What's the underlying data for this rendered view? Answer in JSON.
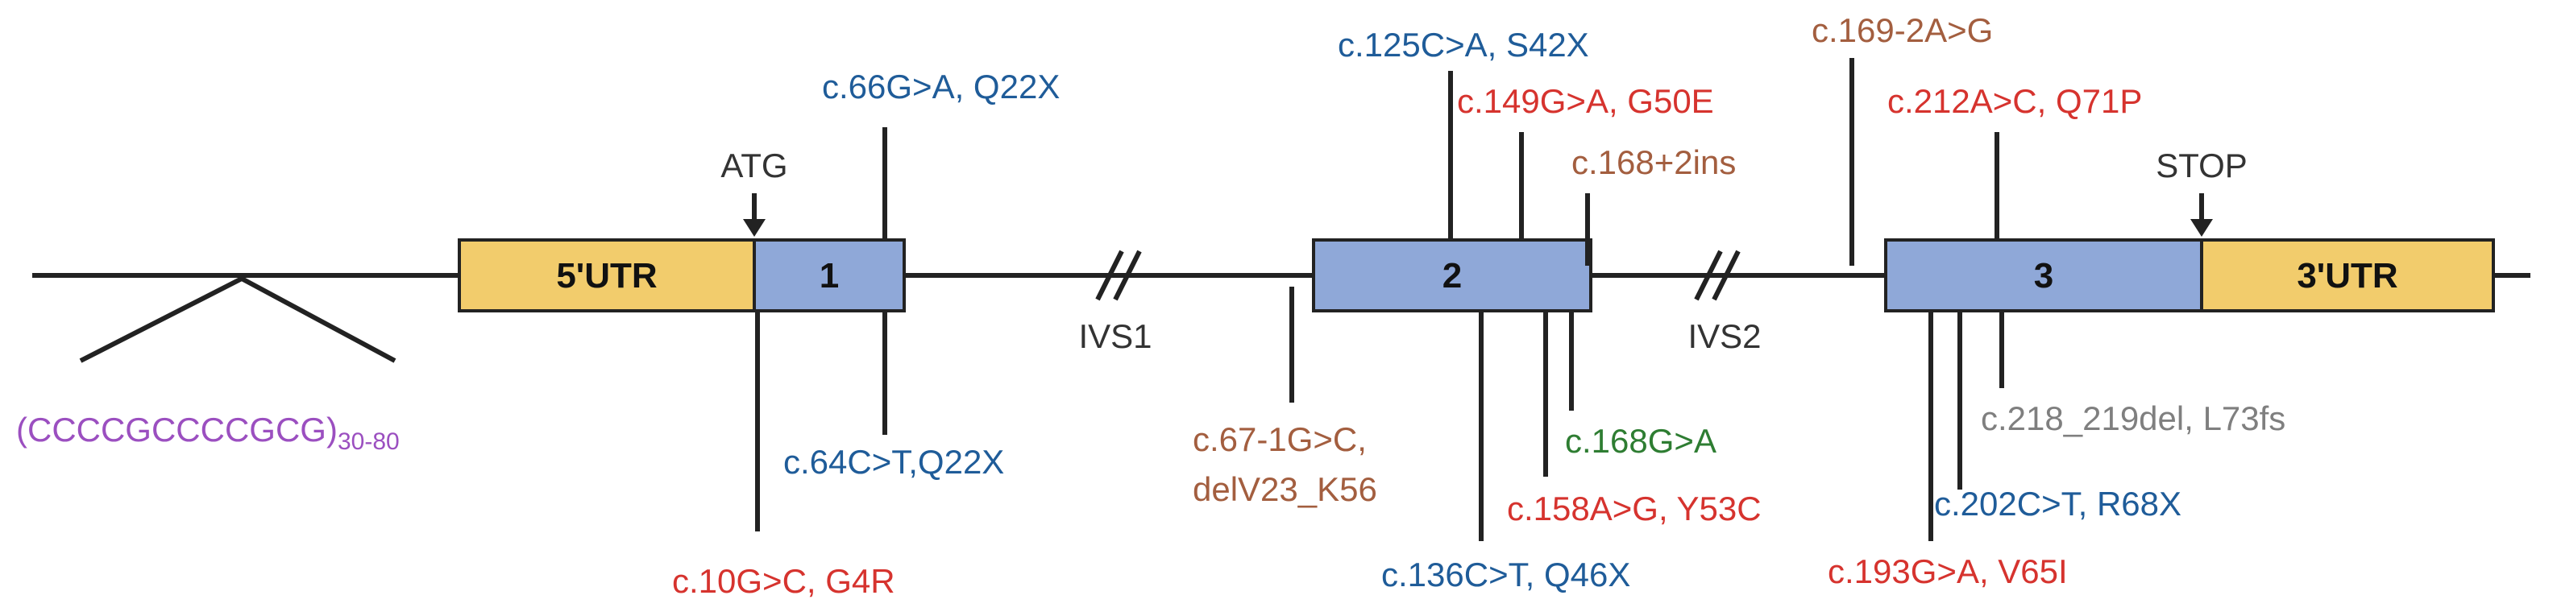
{
  "colors": {
    "utr": "#F2CC6C",
    "exon": "#8FA8D8",
    "line": "#222222",
    "nonsense": "#1F5C99",
    "missense": "#D6332E",
    "splice": "#A35E3F",
    "synonymous": "#2E7D32",
    "frameshift": "#7F7F7F",
    "repeat": "#9B4FC0"
  },
  "regions": {
    "utr5": "5'UTR",
    "exon1": "1",
    "exon2": "2",
    "exon3": "3",
    "utr3": "3'UTR"
  },
  "markers": {
    "start": "ATG",
    "stop": "STOP",
    "intron1": "IVS1",
    "intron2": "IVS2"
  },
  "repeat": {
    "sequence": "(CCCCGCCCCGCG)",
    "count": "30-80"
  },
  "variants": {
    "v_c66": "c.66G>A, Q22X",
    "v_c64": "c.64C>T,Q22X",
    "v_c10": "c.10G>C, G4R",
    "v_c67": "c.67-1G>C,",
    "v_c67_effect": "delV23_K56",
    "v_c125": "c.125C>A, S42X",
    "v_c149": "c.149G>A, G50E",
    "v_c168ins": "c.168+2ins",
    "v_c168": "c.168G>A",
    "v_c158": "c.158A>G, Y53C",
    "v_c136": "c.136C>T, Q46X",
    "v_c169": "c.169-2A>G",
    "v_c212": "c.212A>C, Q71P",
    "v_c218": "c.218_219del, L73fs",
    "v_c202": "c.202C>T, R68X",
    "v_c193": "c.193G>A, V65I"
  }
}
